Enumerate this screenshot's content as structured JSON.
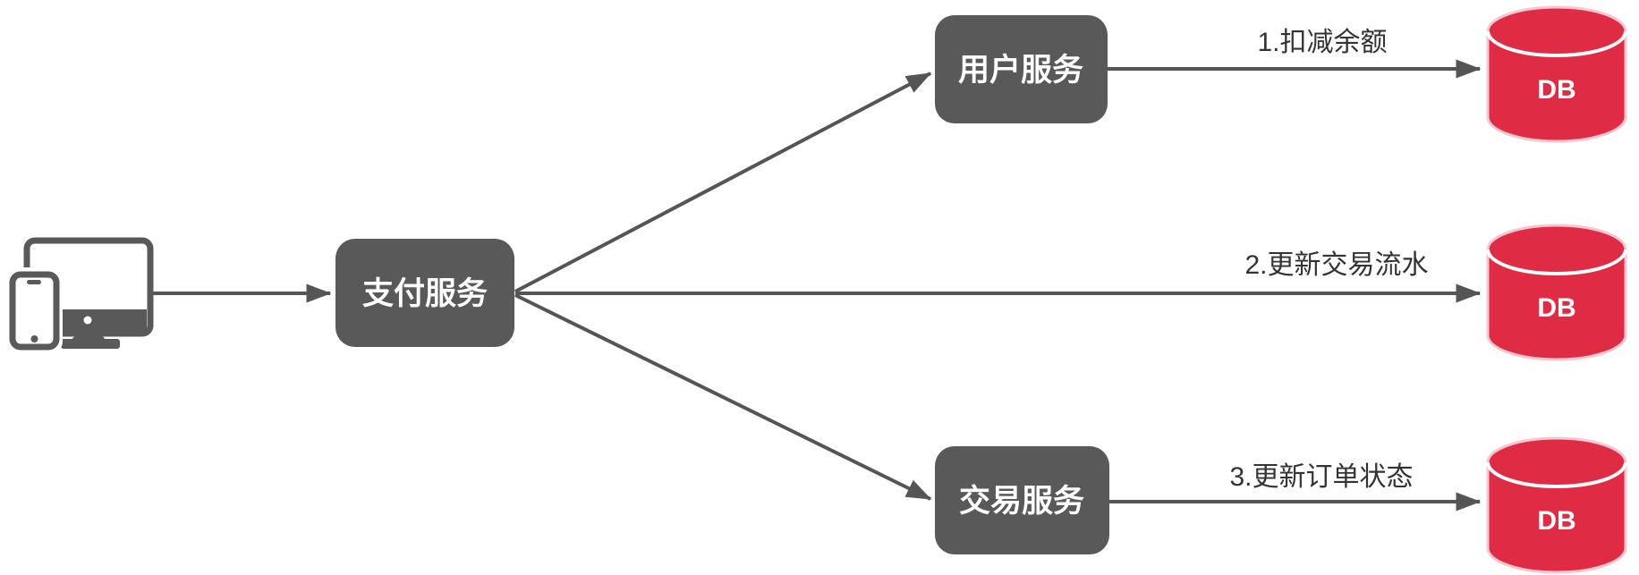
{
  "nodes": {
    "payment_service": {
      "label": "支付服务"
    },
    "user_service": {
      "label": "用户服务"
    },
    "trade_service": {
      "label": "交易服务"
    }
  },
  "databases": {
    "user_db": {
      "label": "DB"
    },
    "transaction_db": {
      "label": "DB"
    },
    "order_db": {
      "label": "DB"
    }
  },
  "edge_labels": {
    "deduct_balance": "1.扣减余额",
    "update_transactions": "2.更新交易流水",
    "update_order_status": "3.更新订单状态"
  },
  "icons": {
    "client": "desktop-and-smartphone-icon"
  },
  "colors": {
    "service_box_gray": "#595959",
    "edge_gray": "#555555",
    "database_red": "#e02b45",
    "database_outline": "#f6c6d0",
    "edge_label_text": "#333333",
    "icon_gray": "#595959"
  }
}
